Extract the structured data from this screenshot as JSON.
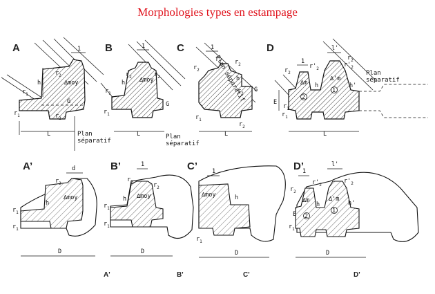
{
  "title": "Morphologies types en estampage",
  "panels_top": [
    {
      "label": "A"
    },
    {
      "label": "B"
    },
    {
      "label": "C"
    },
    {
      "label": "D"
    }
  ],
  "panels_bottom": [
    {
      "label": "A’"
    },
    {
      "label": "B’"
    },
    {
      "label": "C’"
    },
    {
      "label": "D’"
    }
  ],
  "captions": [
    "A'",
    "B'",
    "C'",
    "D'"
  ],
  "labels": {
    "plan_separatif_a": [
      "Plan",
      "séparatif"
    ],
    "plan_separatif_b": [
      "Plan",
      "séparatif"
    ],
    "plan_separatif_c": "Plan séparatif",
    "plan_separatif_d": [
      "Plan",
      "séparatif"
    ],
    "r1": "r",
    "r1_sub": "1",
    "r2": "r",
    "r2_sub": "2",
    "rp2": "r'",
    "rp2_sub": "2",
    "h": "h",
    "hp": "h'",
    "l": "l",
    "lp": "l'",
    "dmoy": "∆moy",
    "dm": "∆m",
    "dpm": "∆'m",
    "L": "L",
    "D": "D",
    "E": "E",
    "d": "d",
    "G": "G",
    "one": "1",
    "two": "2"
  },
  "colors": {
    "title": "#e0141e",
    "ink": "#111111"
  }
}
